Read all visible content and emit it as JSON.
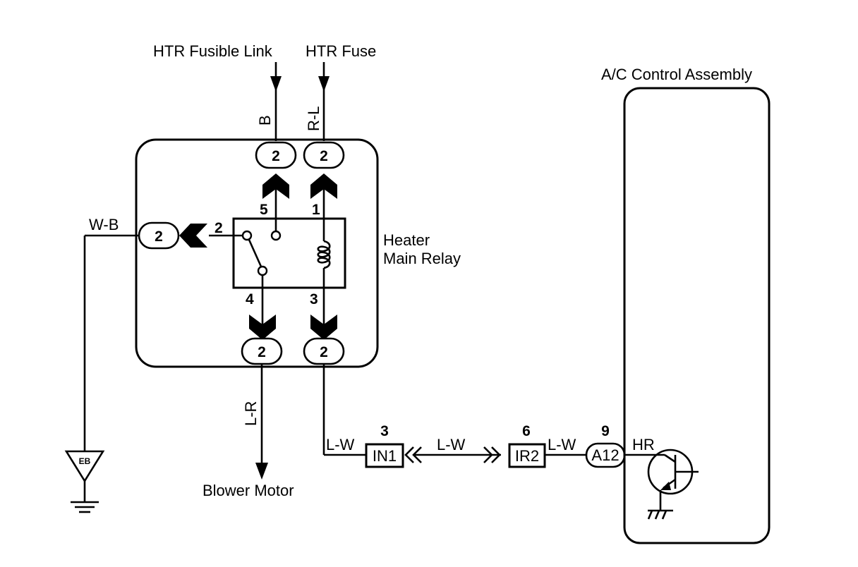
{
  "labels": {
    "htr_fusible_link": "HTR Fusible Link",
    "htr_fuse": "HTR Fuse",
    "ac_control_assembly": "A/C Control Assembly",
    "heater_main_relay_line1": "Heater",
    "heater_main_relay_line2": "Main Relay",
    "blower_motor": "Blower Motor"
  },
  "wire_colors": {
    "fusible_link": "B",
    "fuse": "R-L",
    "ground": "W-B",
    "blower": "L-R",
    "relay_out": "L-W",
    "between_connectors": "L-W",
    "to_ac": "L-W"
  },
  "relay": {
    "connector": "2",
    "pins": {
      "top_left": "5",
      "top_right": "1",
      "side": "2",
      "bottom_left": "4",
      "bottom_right": "3"
    }
  },
  "connectors": {
    "in1": {
      "name": "IN1",
      "pin": "3"
    },
    "ir2": {
      "name": "IR2",
      "pin": "6"
    },
    "a12": {
      "name": "A12",
      "pin": "9"
    }
  },
  "ground_point": "EB",
  "ac_terminal": "HR"
}
